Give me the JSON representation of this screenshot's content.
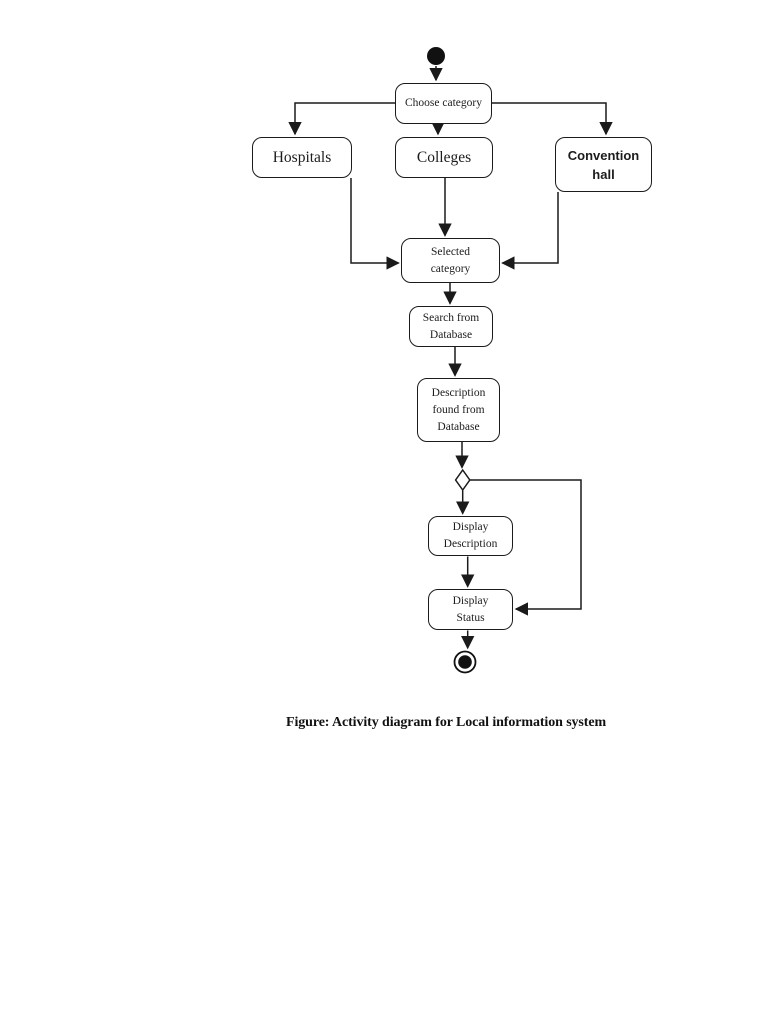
{
  "figure": {
    "caption": "Figure: Activity diagram for Local information system"
  },
  "colors": {
    "ink": "#1a1a1a",
    "node_border": "#1b1b1b",
    "node_fill": "#ffffff",
    "page_bg": "#ffffff"
  },
  "diagram": {
    "type": "uml-activity-diagram",
    "nodes": {
      "start": {
        "kind": "initial-node"
      },
      "choose_category": {
        "label": "Choose category"
      },
      "hospitals": {
        "label": "Hospitals"
      },
      "colleges": {
        "label": "Colleges"
      },
      "convention_hall": {
        "label": "Convention hall"
      },
      "selected_category": {
        "label": "Selected category"
      },
      "search_from_database": {
        "label": "Search from Database"
      },
      "description_found": {
        "label": "Description found from Database"
      },
      "decision": {
        "kind": "decision-diamond"
      },
      "display_description": {
        "label": "Display Description"
      },
      "display_status": {
        "label": "Display Status"
      },
      "end": {
        "kind": "final-node"
      }
    },
    "edges": [
      {
        "from": "start",
        "to": "choose_category"
      },
      {
        "from": "choose_category",
        "to": "hospitals"
      },
      {
        "from": "choose_category",
        "to": "colleges"
      },
      {
        "from": "choose_category",
        "to": "convention_hall"
      },
      {
        "from": "hospitals",
        "to": "selected_category"
      },
      {
        "from": "colleges",
        "to": "selected_category"
      },
      {
        "from": "convention_hall",
        "to": "selected_category"
      },
      {
        "from": "selected_category",
        "to": "search_from_database"
      },
      {
        "from": "search_from_database",
        "to": "description_found"
      },
      {
        "from": "description_found",
        "to": "decision"
      },
      {
        "from": "decision",
        "to": "display_description"
      },
      {
        "from": "decision",
        "to": "display_status"
      },
      {
        "from": "display_description",
        "to": "display_status"
      },
      {
        "from": "display_status",
        "to": "end"
      }
    ]
  }
}
